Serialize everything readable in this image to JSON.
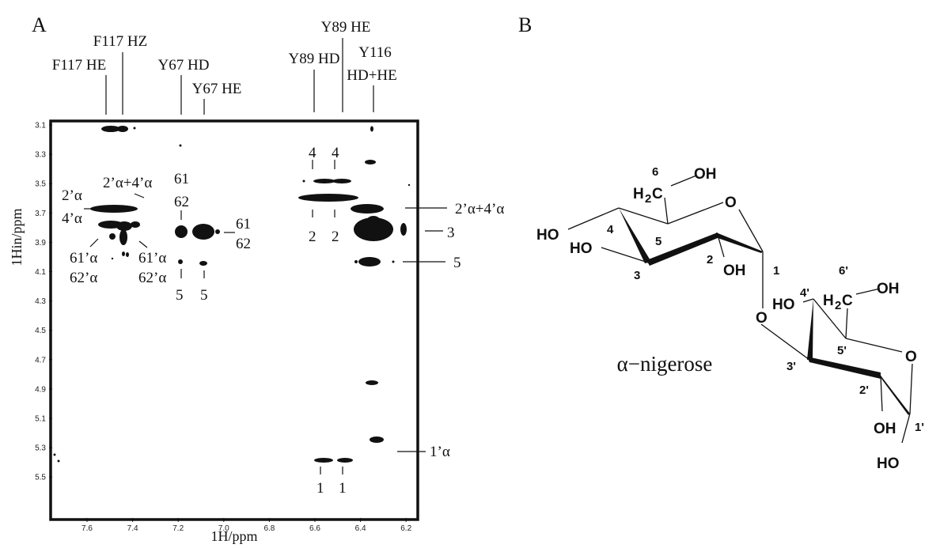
{
  "panel_a": {
    "panel_label": "A",
    "x_axis_label": "1H/ppm",
    "y_axis_label": "1Hin/ppm",
    "x_ticks": [
      "7.6",
      "7.4",
      "7.2",
      "7.0",
      "6.8",
      "6.6",
      "6.4",
      "6.2"
    ],
    "y_ticks": [
      "3.1",
      "3.3",
      "3.5",
      "3.7",
      "3.9",
      "4.1",
      "4.3",
      "4.5",
      "4.7",
      "4.9",
      "5.1",
      "5.3",
      "5.5"
    ],
    "residue_labels": {
      "f117_he": "F117 HE",
      "f117_hz": "F117 HZ",
      "y67_hd": "Y67 HD",
      "y67_he": "Y67 HE",
      "y89_hd": "Y89 HD",
      "y89_he": "Y89 HE",
      "y116": "Y116",
      "y116_sub": "HD+HE"
    },
    "peak_labels": {
      "l2a": "2’α",
      "l4a": "4’α",
      "l2a4a": "2’α+4’α",
      "l61a": "61",
      "l62a": "62",
      "l61b": "61",
      "l62b": "62",
      "l61pa_left": "61’α",
      "l62pa_left": "62’α",
      "l61pa_right": "61’α",
      "l62pa_right": "62’α",
      "l5a": "5",
      "l5b": "5",
      "l4_1": "4",
      "l4_2": "4",
      "l2_1": "2",
      "l2_2": "2",
      "l1_1": "1",
      "l1_2": "1",
      "r2a4a": "2’α+4’α",
      "r3": "3",
      "r5": "5",
      "r1a": "1’α"
    }
  },
  "panel_b": {
    "panel_label": "B",
    "compound_name": "α−nigerose",
    "atoms": {
      "oh6": "OH",
      "h2c": "H",
      "h2c_sub": "2",
      "h2c_c": "C",
      "o_ring": "O",
      "ho4": "HO",
      "ho3": "HO",
      "oh2": "OH",
      "o_link": "O",
      "ho4p": "HO",
      "h2cp": "H",
      "h2cp_sub": "2",
      "h2cp_c": "C",
      "oh6p": "OH",
      "o_ringp": "O",
      "oh2p": "OH",
      "ho1p": "HO"
    },
    "numbers": {
      "n6": "6",
      "n4": "4",
      "n5": "5",
      "n2": "2",
      "n3": "3",
      "n1": "1",
      "n6p": "6'",
      "n4p": "4'",
      "n5p": "5'",
      "n3p": "3'",
      "n2p": "2'",
      "n1p": "1'"
    }
  }
}
